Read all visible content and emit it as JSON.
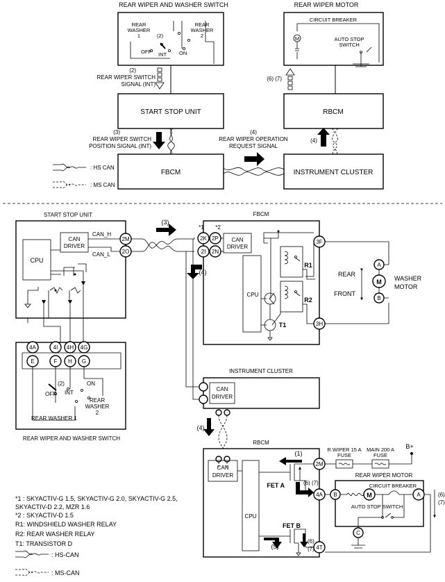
{
  "top": {
    "rear_wiper_switch_title": "REAR WIPER AND WASHER SWITCH",
    "rear_wiper_motor_title": "REAR WIPER MOTOR",
    "sw_rear_washer1": [
      "REAR",
      "WASHER",
      "1"
    ],
    "sw_rear_washer2": [
      "REAR",
      "WASHER",
      "2"
    ],
    "sw_off": "OFF",
    "sw_int": "INT",
    "sw_on": "ON",
    "sw_num": "(2)",
    "motor_circuit_breaker": "CIRCUIT BREAKER",
    "motor_auto_stop": [
      "AUTO STOP",
      "SWITCH"
    ],
    "motor_m": "M",
    "signal_2": [
      "(2)",
      "REAR WIPER SWITCH",
      "SIGNAL (INT)"
    ],
    "signal_67": "(6) (7)",
    "start_stop_unit": "START STOP UNIT",
    "rbcm": "RBCM",
    "signal_3": [
      "(3)",
      "REAR WIPER SWITCH",
      "POSITION SIGNAL (INT)"
    ],
    "signal_4": [
      "(4)",
      "REAR WIPER OPERATION",
      "REQUEST SIGNAL"
    ],
    "signal_4b": "(4)",
    "fbcm": "FBCM",
    "instrument_cluster": "INSTRUMENT CLUSTER",
    "hs_can": ": HS CAN",
    "ms_can": ": MS CAN"
  },
  "bottom": {
    "start_stop_unit": "START STOP UNIT",
    "can_driver": [
      "CAN",
      "DRIVER"
    ],
    "can_h": "CAN_H",
    "can_l": "CAN_L",
    "cpu": "CPU",
    "pin_2m": "2M",
    "pin_2o": "2O",
    "num_3": "(3)",
    "fbcm": "FBCM",
    "star1": "*1",
    "star2": "*2",
    "pin_2k": "2K",
    "pin_2p": "2P",
    "pin_2i": "2I",
    "pin_2n": "2N",
    "num_4": "(4)",
    "pin_3f": "3F",
    "pin_3h": "3H",
    "r1": "R1",
    "r2": "R2",
    "t1": "T1",
    "rear": "REAR",
    "front": "FRONT",
    "washer_motor": [
      "WASHER",
      "MOTOR"
    ],
    "pin_a": "A",
    "pin_b": "B",
    "motor_m": "M",
    "sw_pins_top": [
      "4A",
      "4I",
      "4H",
      "4G"
    ],
    "sw_pins_bot": [
      "E",
      "F",
      "H",
      "G"
    ],
    "sw_num": "(2)",
    "sw_off": "OFF",
    "sw_int": "INT",
    "sw_on": "ON",
    "sw_rear_washer2": [
      "REAR",
      "WASHER",
      "2"
    ],
    "sw_rear_washer1": "REAR WASHER 1",
    "sw_caption": "REAR WIPER AND WASHER SWITCH",
    "instrument_cluster": "INSTRUMENT CLUSTER",
    "num_4b": "(4)",
    "rbcm": "RBCM",
    "num_1": "(1)",
    "fuse1": [
      "R.WIPER 15 A",
      "FUSE"
    ],
    "fuse2": [
      "MAIN 200 A",
      "FUSE"
    ],
    "bplus": "B+",
    "fet_a": "FET A",
    "num_6_7": [
      "(6)",
      "(7)"
    ],
    "pin_4a": "4A",
    "pin_4t": "4T",
    "rwm_title": "REAR WIPER MOTOR",
    "rwm_cb": "CIRCUIT BREAKER",
    "rwm_as": "AUTO STOP SWITCH",
    "rwm_c": "C",
    "fet_b": "FET B",
    "num_5": "(5)",
    "notes": [
      "*1 : SKYACTIV-G 1.5, SKYACTIV-G 2.0, SKYACTIV-G 2.5,",
      "SKYACTIV-D 2.2, MZR 1.6",
      "*2 : SKYACTIV-D 1.5",
      "R1: WINDSHIELD WASHER RELAY",
      "R2: REAR WASHER RELAY",
      "T1: TRANSISTOR D"
    ],
    "hs_can": ": HS-CAN",
    "ms_can": ": MS-CAN"
  }
}
